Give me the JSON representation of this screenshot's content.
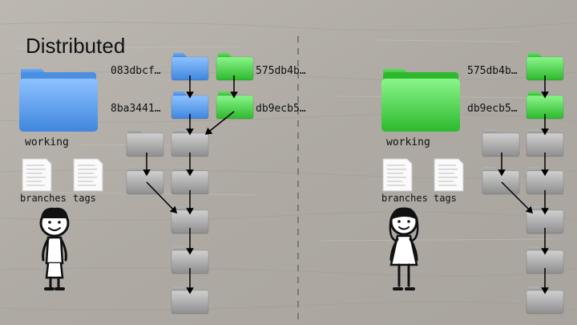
{
  "slide": {
    "title": "Distributed"
  },
  "left": {
    "working_label": "working",
    "branches_label": "branches",
    "tags_label": "tags",
    "blue_commits": [
      "083dbcf…",
      "8ba3441…"
    ],
    "green_commits": [
      "575db4b…",
      "db9ecb5…"
    ]
  },
  "right": {
    "working_label": "working",
    "branches_label": "branches",
    "tags_label": "tags",
    "green_commits": [
      "575db4b…",
      "db9ecb5…"
    ]
  },
  "colors": {
    "blue_folder": "#5b9ee8",
    "green_folder": "#3cc43c",
    "gray_folder": "#9a9a9a"
  }
}
